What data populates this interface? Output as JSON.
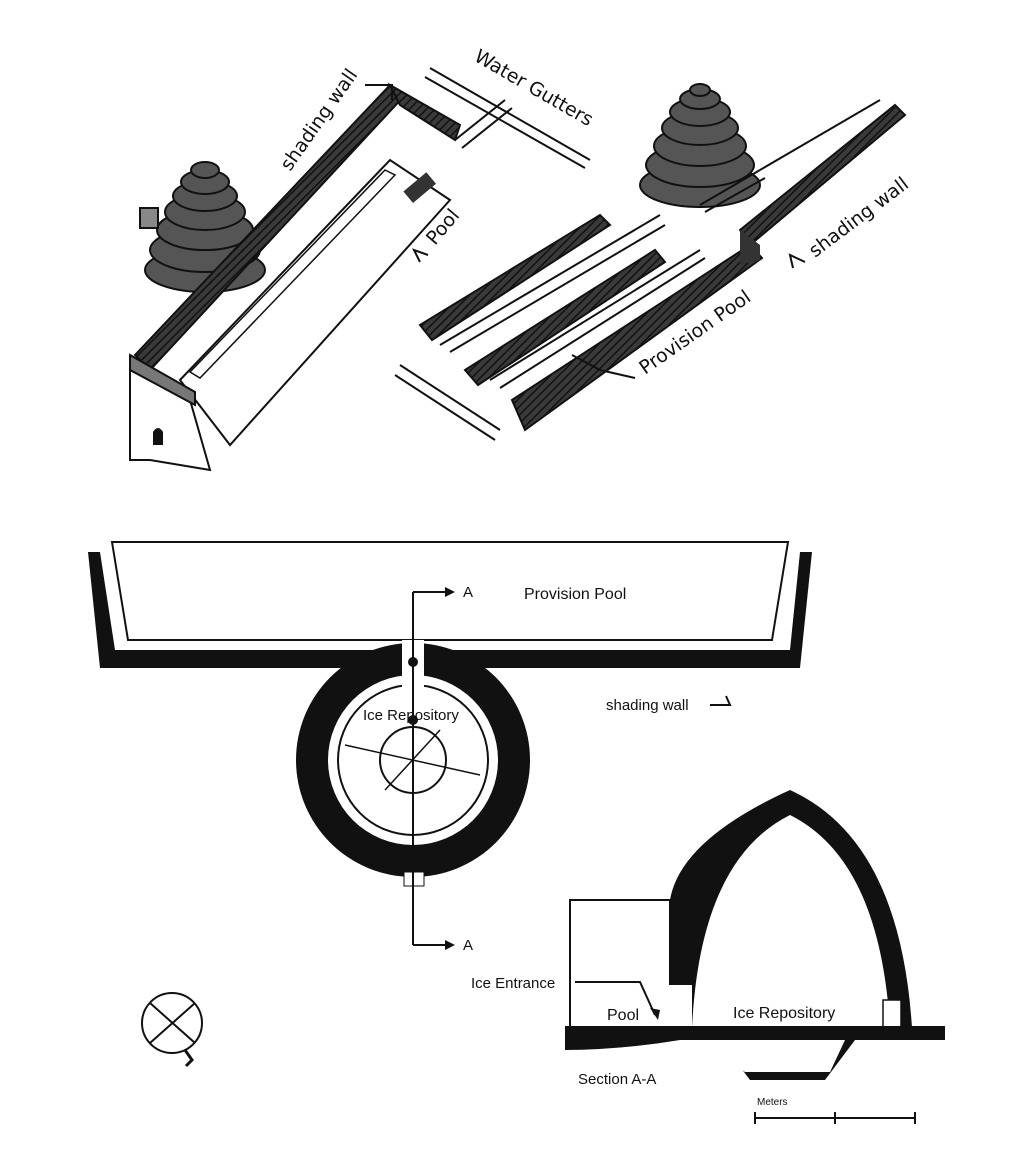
{
  "isometric_left": {
    "shading_wall": "shading wall",
    "water_gutters": "Water Gutters",
    "pool": "Pool"
  },
  "isometric_right": {
    "provision_pool": "Provision Pool",
    "shading_wall": "shading wall"
  },
  "plan": {
    "provision_pool": "Provision Pool",
    "section_mark_top": "A",
    "section_mark_bottom": "A",
    "ice_repository": "Ice Repository",
    "shading_wall": "shading wall"
  },
  "section": {
    "ice_entrance": "Ice Entrance",
    "pool": "Pool",
    "ice_repository": "Ice Repository",
    "title": "Section A-A",
    "scale_label": "Meters"
  },
  "colors": {
    "ink": "#111111",
    "hatch": "#2a2a2a",
    "paper": "#ffffff"
  }
}
